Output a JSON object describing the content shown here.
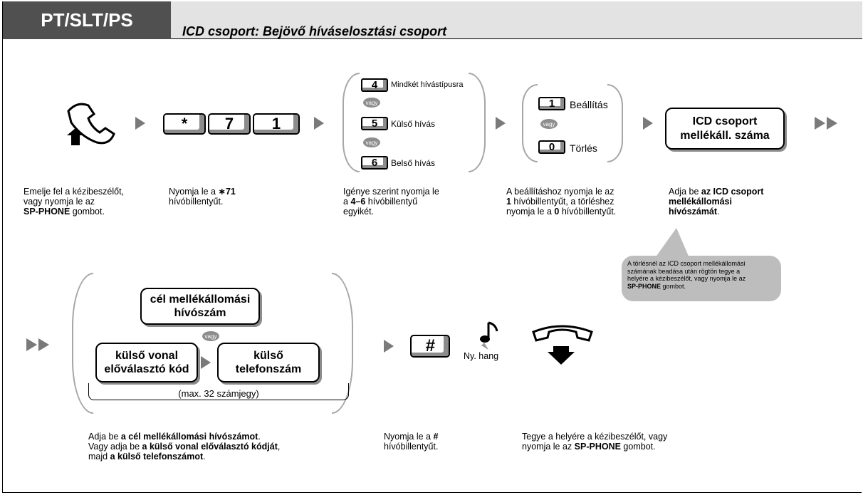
{
  "header": {
    "tab_label": "PT/SLT/PS",
    "title": "ICD csoport: Bejövő híváselosztási csoport"
  },
  "vagy": "vagy",
  "step1": {
    "keys": [
      "*",
      "7",
      "1"
    ]
  },
  "step2": {
    "options": [
      {
        "key": "4",
        "label": "Mindkét hívástípusra"
      },
      {
        "key": "5",
        "label": "Külső hívás"
      },
      {
        "key": "6",
        "label": "Belső hívás"
      }
    ]
  },
  "step3": {
    "options": [
      {
        "key": "1",
        "label": "Beállítás"
      },
      {
        "key": "0",
        "label": "Törlés"
      }
    ]
  },
  "step4": {
    "box_line1": "ICD csoport",
    "box_line2": "mellékáll. száma"
  },
  "descriptions": {
    "d1": [
      "Emelje fel a kézibeszélőt,",
      "vagy nyomja le az",
      "SP-PHONE",
      " gombot."
    ],
    "d2": [
      "Nyomja le a ",
      "∗71",
      "hívóbillentyűt."
    ],
    "d3": [
      "Igénye szerint nyomja le",
      "a ",
      "4–6",
      " hívóbillentyű",
      "egyikét."
    ],
    "d4": [
      "A beállításhoz nyomja le az",
      "1",
      " hívóbillentyűt, a törléshez",
      "nyomja le a ",
      "0",
      " hívóbillentyűt."
    ],
    "d5": [
      "Adja be ",
      "az ICD csoport",
      "mellékállomási",
      "hívószámát",
      "."
    ]
  },
  "note": [
    "A törlésnél az ICD csoport mellékállomási",
    "számának beadása után rögtön tegye a",
    "helyére a kézibeszélőt, vagy nyomja le az",
    "SP-PHONE",
    " gombot."
  ],
  "row2": {
    "box_target_l1": "cél mellékállomási",
    "box_target_l2": "hívószám",
    "box_prefix_l1": "külső vonal",
    "box_prefix_l2": "előválasztó kód",
    "box_number_l1": "külső",
    "box_number_l2": "telefonszám",
    "bracket_label": "(max. 32 számjegy)",
    "hash_key": "#",
    "tone_label": "Ny. hang"
  },
  "descriptions2": {
    "e1": [
      "Adja be ",
      "a cél mellékállomási hívószámot",
      ".",
      "Vagy adja be ",
      "a külső vonal előválasztó kódját",
      ",",
      "majd ",
      "a külső telefonszámot",
      "."
    ],
    "e2": [
      "Nyomja le a ",
      "#",
      "hívóbillentyűt."
    ],
    "e3": [
      "Tegye a helyére a kézibeszélőt, vagy",
      "nyomja le az ",
      "SP-PHONE",
      " gombot."
    ]
  }
}
